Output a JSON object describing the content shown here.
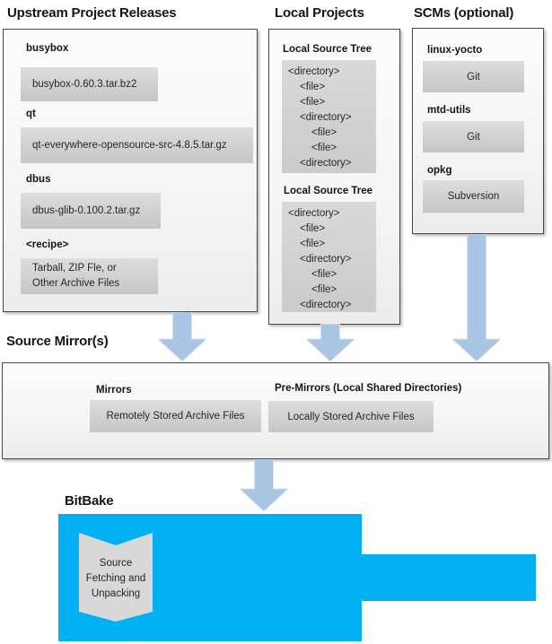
{
  "headings": {
    "upstream": "Upstream Project Releases",
    "local_projects": "Local Projects",
    "scms": "SCMs (optional)",
    "source_mirrors": "Source Mirror(s)",
    "bitbake": "BitBake"
  },
  "upstream": {
    "items": [
      {
        "label": "busybox",
        "lines": [
          "busybox-0.60.3.tar.bz2"
        ]
      },
      {
        "label": "qt",
        "lines": [
          "qt-everywhere-opensource-src-4.8.5.tar.gz"
        ]
      },
      {
        "label": "dbus",
        "lines": [
          "dbus-glib-0.100.2.tar.gz"
        ]
      },
      {
        "label": "<recipe>",
        "lines": [
          "Tarball, ZIP Fle, or",
          "Other Archive Files"
        ]
      }
    ]
  },
  "local_projects": {
    "trees": [
      {
        "label": "Local Source Tree",
        "lines": [
          "<directory>",
          "<file>",
          "<file>",
          "<directory>",
          "<file>",
          "<file>",
          "<directory>"
        ]
      },
      {
        "label": "Local Source Tree",
        "lines": [
          "<directory>",
          "<file>",
          "<file>",
          "<directory>",
          "<file>",
          "<file>",
          "<directory>"
        ]
      }
    ]
  },
  "scms": {
    "items": [
      {
        "label": "linux-yocto",
        "value": "Git"
      },
      {
        "label": "mtd-utils",
        "value": "Git"
      },
      {
        "label": "opkg",
        "value": "Subversion"
      }
    ]
  },
  "source_mirrors": {
    "mirrors_label": "Mirrors",
    "mirrors_value": "Remotely Stored Archive Files",
    "premirrors_label": "Pre-Mirrors (Local Shared Directories)",
    "premirrors_value": "Locally Stored Archive Files"
  },
  "bitbake": {
    "process_lines": [
      "Source",
      "Fetching and",
      "Unpacking"
    ]
  },
  "colors": {
    "bitbake_blue": "#00b0f0",
    "arrow_fill": "#a9c5e3",
    "arrow_edge": "#d4e2f2",
    "box_gray": "#d2d2d2",
    "panel_border": "#474747"
  }
}
